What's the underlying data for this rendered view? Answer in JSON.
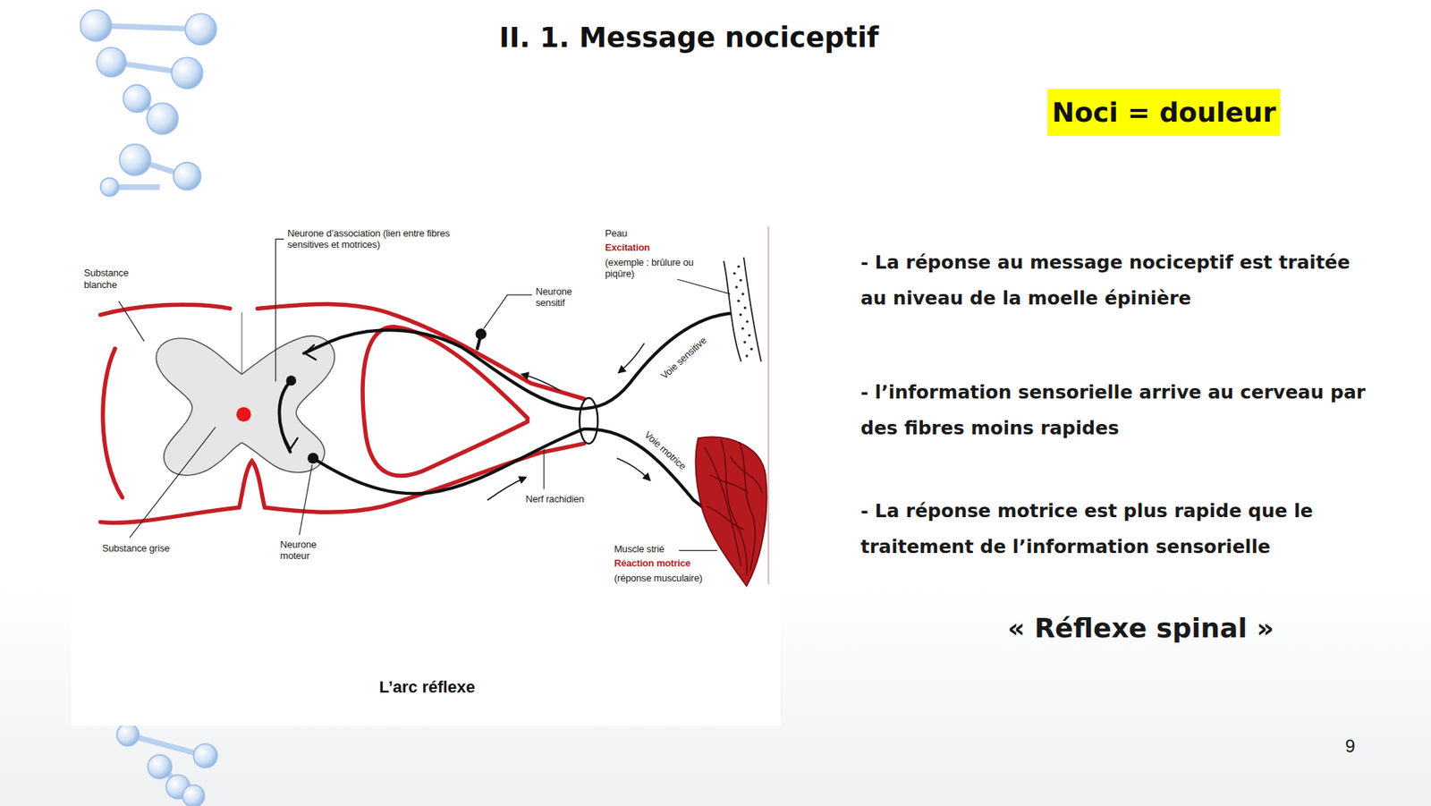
{
  "diagram": {
    "title": "II. 1. Message nociceptif",
    "caption": "L’arc réflexe",
    "nodes": [
      {
        "text": [
          "Noci = douleur"
        ]
      }
    ],
    "labels": [
      "Substance blanche",
      "Neurone d’association (lien entre fibres sensitives et motrices)",
      "Peau",
      "Excitation",
      "(exemple : brûlure ou piqûre)",
      "Neurone sensitif",
      "Voie sensitive",
      "Voie motrice",
      "Nerf rachidien",
      "Substance grise",
      "Neurone moteur",
      "Muscle strié",
      "Réaction motrice",
      "(réponse musculaire)",
      "- La réponse au message nociceptif est traitée au niveau de la moelle épinière",
      "- l’information sensorielle arrive au cerveau par des fibres moins rapides",
      "- La réponse motrice est plus rapide que le traitement de l’information sensorielle",
      "« Réflexe spinal »",
      "9"
    ]
  }
}
